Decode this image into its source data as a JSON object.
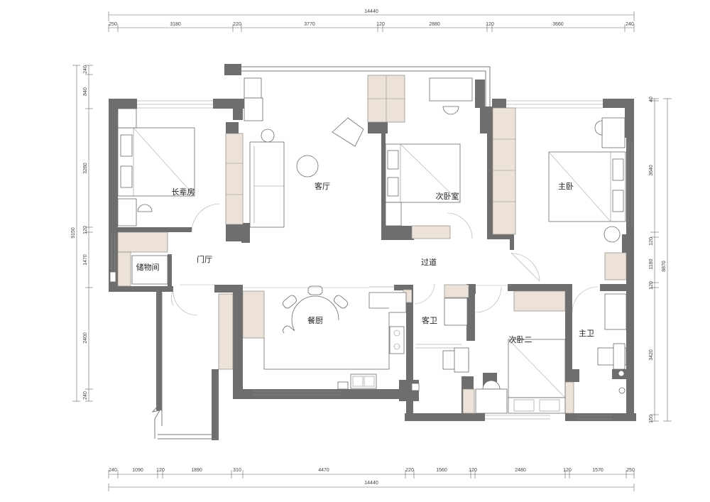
{
  "dimensions": {
    "top_total": "14440",
    "top_segments": [
      "250",
      "3180",
      "220",
      "3770",
      "120",
      "2880",
      "120",
      "3660",
      "240"
    ],
    "bottom_total": "14440",
    "bottom_segments": [
      "240",
      "1090",
      "120",
      "1890",
      "310",
      "4470",
      "220",
      "1560",
      "120",
      "2480",
      "120",
      "1570",
      "250"
    ],
    "left_total": "9150",
    "left_segments": [
      "240",
      "840",
      "3280",
      "120",
      "1470",
      "2400",
      "240"
    ],
    "right_total": "8870",
    "right_segments": [
      "40",
      "3640",
      "120",
      "1180",
      "120",
      "3420",
      "150"
    ]
  },
  "rooms": {
    "elder_room": "长辈房",
    "living_room": "客厅",
    "second_bedroom": "次卧室",
    "master_bedroom": "主卧",
    "storage": "储物间",
    "foyer": "门厅",
    "corridor": "过道",
    "dining_kitchen": "餐厨",
    "guest_bath": "客卫",
    "second_bedroom_two": "次卧二",
    "master_bath": "主卫"
  }
}
